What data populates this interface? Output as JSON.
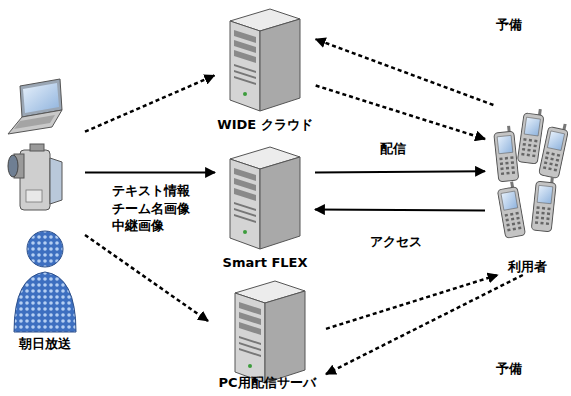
{
  "diagram": {
    "nodes": [
      {
        "text": [
          "朝日放送"
        ]
      },
      {
        "text": [
          "WIDE クラウド"
        ]
      },
      {
        "text": [
          "Smart FLEX"
        ]
      },
      {
        "text": [
          "PC用配信サーバ"
        ]
      },
      {
        "text": [
          "利用者"
        ]
      }
    ],
    "edges": [
      {
        "from": 0,
        "to": 1,
        "arrow": "to"
      },
      {
        "from": 0,
        "to": 2,
        "label": "テキスト情報 チーム名画像 中継画像",
        "arrow": "to"
      },
      {
        "from": 0,
        "to": 3,
        "arrow": "to"
      },
      {
        "from": 2,
        "to": 4,
        "label": "配信",
        "arrow": "to"
      },
      {
        "from": 4,
        "to": 2,
        "label": "アクセス",
        "arrow": "to"
      },
      {
        "from": 1,
        "to": 4,
        "arrow": "to"
      },
      {
        "from": 4,
        "to": 1,
        "label": "予備",
        "arrow": "to"
      },
      {
        "from": 3,
        "to": 4,
        "arrow": "to"
      },
      {
        "from": 4,
        "to": 3,
        "label": "予備",
        "arrow": "to"
      }
    ]
  }
}
